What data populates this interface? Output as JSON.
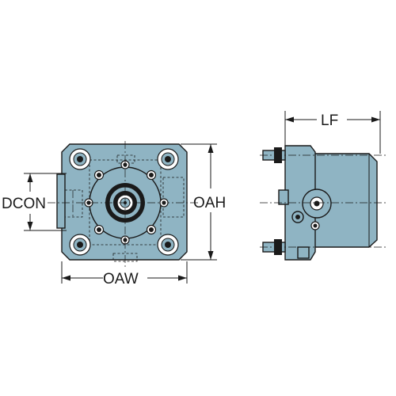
{
  "dimensions": {
    "dcon": "DCON",
    "oaw": "OAW",
    "oah": "OAH",
    "lf": "LF"
  },
  "colors": {
    "body": "#8fb4c3",
    "line": "#1a1a1a",
    "background": "#ffffff"
  }
}
